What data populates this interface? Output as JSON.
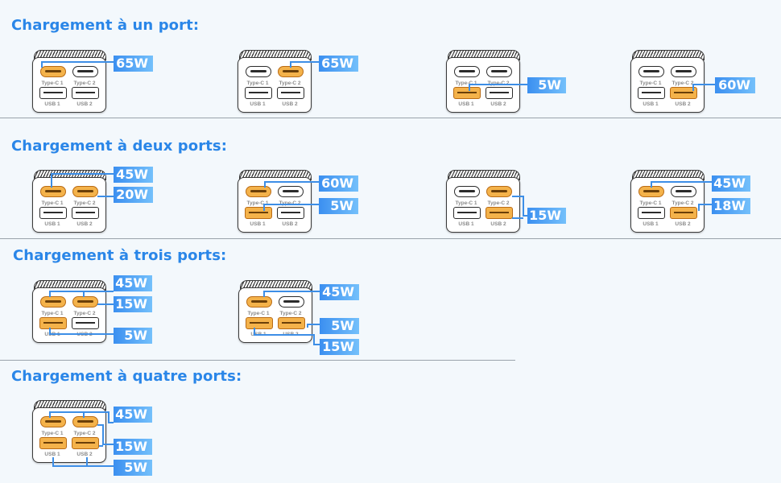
{
  "sections": [
    {
      "title": "Chargement à un port:"
    },
    {
      "title": "Chargement à deux ports:"
    },
    {
      "title": "Chargement à trois ports:"
    },
    {
      "title": "Chargement à quatre ports:"
    }
  ],
  "port_labels": {
    "c1": "Type-C 1",
    "c2": "Type-C 2",
    "a1": "USB 1",
    "a2": "USB 2"
  },
  "colors": {
    "accent": "#2a86e8",
    "active_port": "#f4b24a",
    "line": "#3d8ee6"
  },
  "chargers": [
    {
      "section": 0,
      "active": [
        "c1"
      ],
      "badges": [
        {
          "watts": "65W",
          "port": "c1"
        }
      ]
    },
    {
      "section": 0,
      "active": [
        "c2"
      ],
      "badges": [
        {
          "watts": "65W",
          "port": "c2"
        }
      ]
    },
    {
      "section": 0,
      "active": [
        "a1"
      ],
      "badges": [
        {
          "watts": "5W",
          "port": "a1"
        }
      ]
    },
    {
      "section": 0,
      "active": [
        "a2"
      ],
      "badges": [
        {
          "watts": "60W",
          "port": "a2"
        }
      ]
    },
    {
      "section": 1,
      "active": [
        "c1",
        "c2"
      ],
      "badges": [
        {
          "watts": "45W",
          "port": "c1"
        },
        {
          "watts": "20W",
          "port": "c2"
        }
      ]
    },
    {
      "section": 1,
      "active": [
        "c1",
        "a1"
      ],
      "badges": [
        {
          "watts": "60W",
          "port": "c1"
        },
        {
          "watts": "5W",
          "port": "a1"
        }
      ]
    },
    {
      "section": 1,
      "active": [
        "c2",
        "a2"
      ],
      "badges": [
        {
          "watts": "15W",
          "port": "c2+a2"
        }
      ]
    },
    {
      "section": 1,
      "active": [
        "c1",
        "a2"
      ],
      "badges": [
        {
          "watts": "45W",
          "port": "c1"
        },
        {
          "watts": "18W",
          "port": "a2"
        }
      ]
    },
    {
      "section": 2,
      "active": [
        "c1",
        "c2",
        "a1"
      ],
      "badges": [
        {
          "watts": "45W",
          "port": "c1"
        },
        {
          "watts": "15W",
          "port": "c2"
        },
        {
          "watts": "5W",
          "port": "a1"
        }
      ]
    },
    {
      "section": 2,
      "active": [
        "c1",
        "a1",
        "a2"
      ],
      "badges": [
        {
          "watts": "45W",
          "port": "c1"
        },
        {
          "watts": "5W",
          "port": "a1"
        },
        {
          "watts": "15W",
          "port": "a2"
        }
      ]
    },
    {
      "section": 3,
      "active": [
        "c1",
        "c2",
        "a1",
        "a2"
      ],
      "badges": [
        {
          "watts": "45W",
          "port": "c1"
        },
        {
          "watts": "15W",
          "port": "c2"
        },
        {
          "watts": "5W",
          "port": "a1"
        }
      ]
    }
  ]
}
